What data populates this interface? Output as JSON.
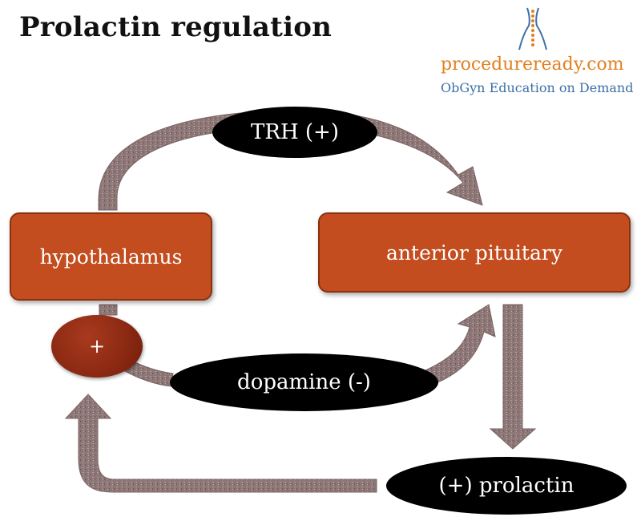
{
  "title": "Prolactin regulation",
  "logo": {
    "name": "procedureready.com",
    "tagline": "ObGyn Education on Demand"
  },
  "nodes": {
    "hypothalamus": "hypothalamus",
    "anterior_pituitary": "anterior pituitary"
  },
  "signals": {
    "trh": "TRH (+)",
    "dopamine": "dopamine (-)",
    "prolactin": "(+) prolactin"
  },
  "feedback_marker": "+",
  "colors": {
    "box_fill": "#c34d1f",
    "oval_fill": "#000000",
    "arrow_fill": "#8c7676",
    "marker_fill": "#8e2a14",
    "logo_orange": "#e2801f",
    "logo_blue": "#3b6fa6"
  }
}
